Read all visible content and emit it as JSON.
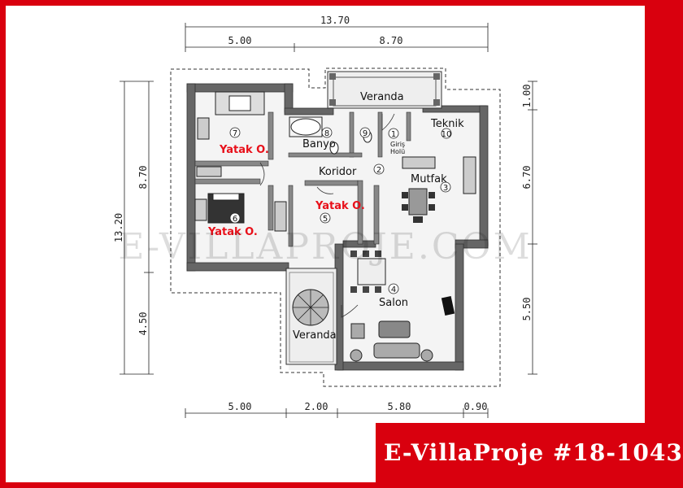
{
  "plan": {
    "dimensions": {
      "top_total": "13.70",
      "top_left": "5.00",
      "top_right": "8.70",
      "bottom": [
        "5.00",
        "2.00",
        "5.80",
        "0.90"
      ],
      "left_outer": "13.20",
      "left_upper": "8.70",
      "left_lower": "4.50",
      "right": [
        "1.00",
        "6.70",
        "5.50"
      ]
    },
    "rooms": [
      {
        "num": "1",
        "label": "Giriş",
        "label2": "Holü"
      },
      {
        "num": "2",
        "label": "Koridor"
      },
      {
        "num": "3",
        "label": "Mutfak"
      },
      {
        "num": "4",
        "label": "Salon"
      },
      {
        "num": "5",
        "label": "Yatak O."
      },
      {
        "num": "6",
        "label": "Yatak O."
      },
      {
        "num": "7",
        "label": "Yatak O."
      },
      {
        "num": "8",
        "label": "Banyo"
      },
      {
        "num": "9",
        "label": ""
      },
      {
        "num": "10",
        "label": "Teknik"
      }
    ],
    "veranda_top": "Veranda",
    "veranda_bottom": "Veranda"
  },
  "watermark": "E-VILLAPROJE.COM",
  "badge": "E-VillaProje #18-1043",
  "colors": {
    "frame": "#d9000e",
    "wall": "#666666",
    "room_red": "#e8101a"
  }
}
